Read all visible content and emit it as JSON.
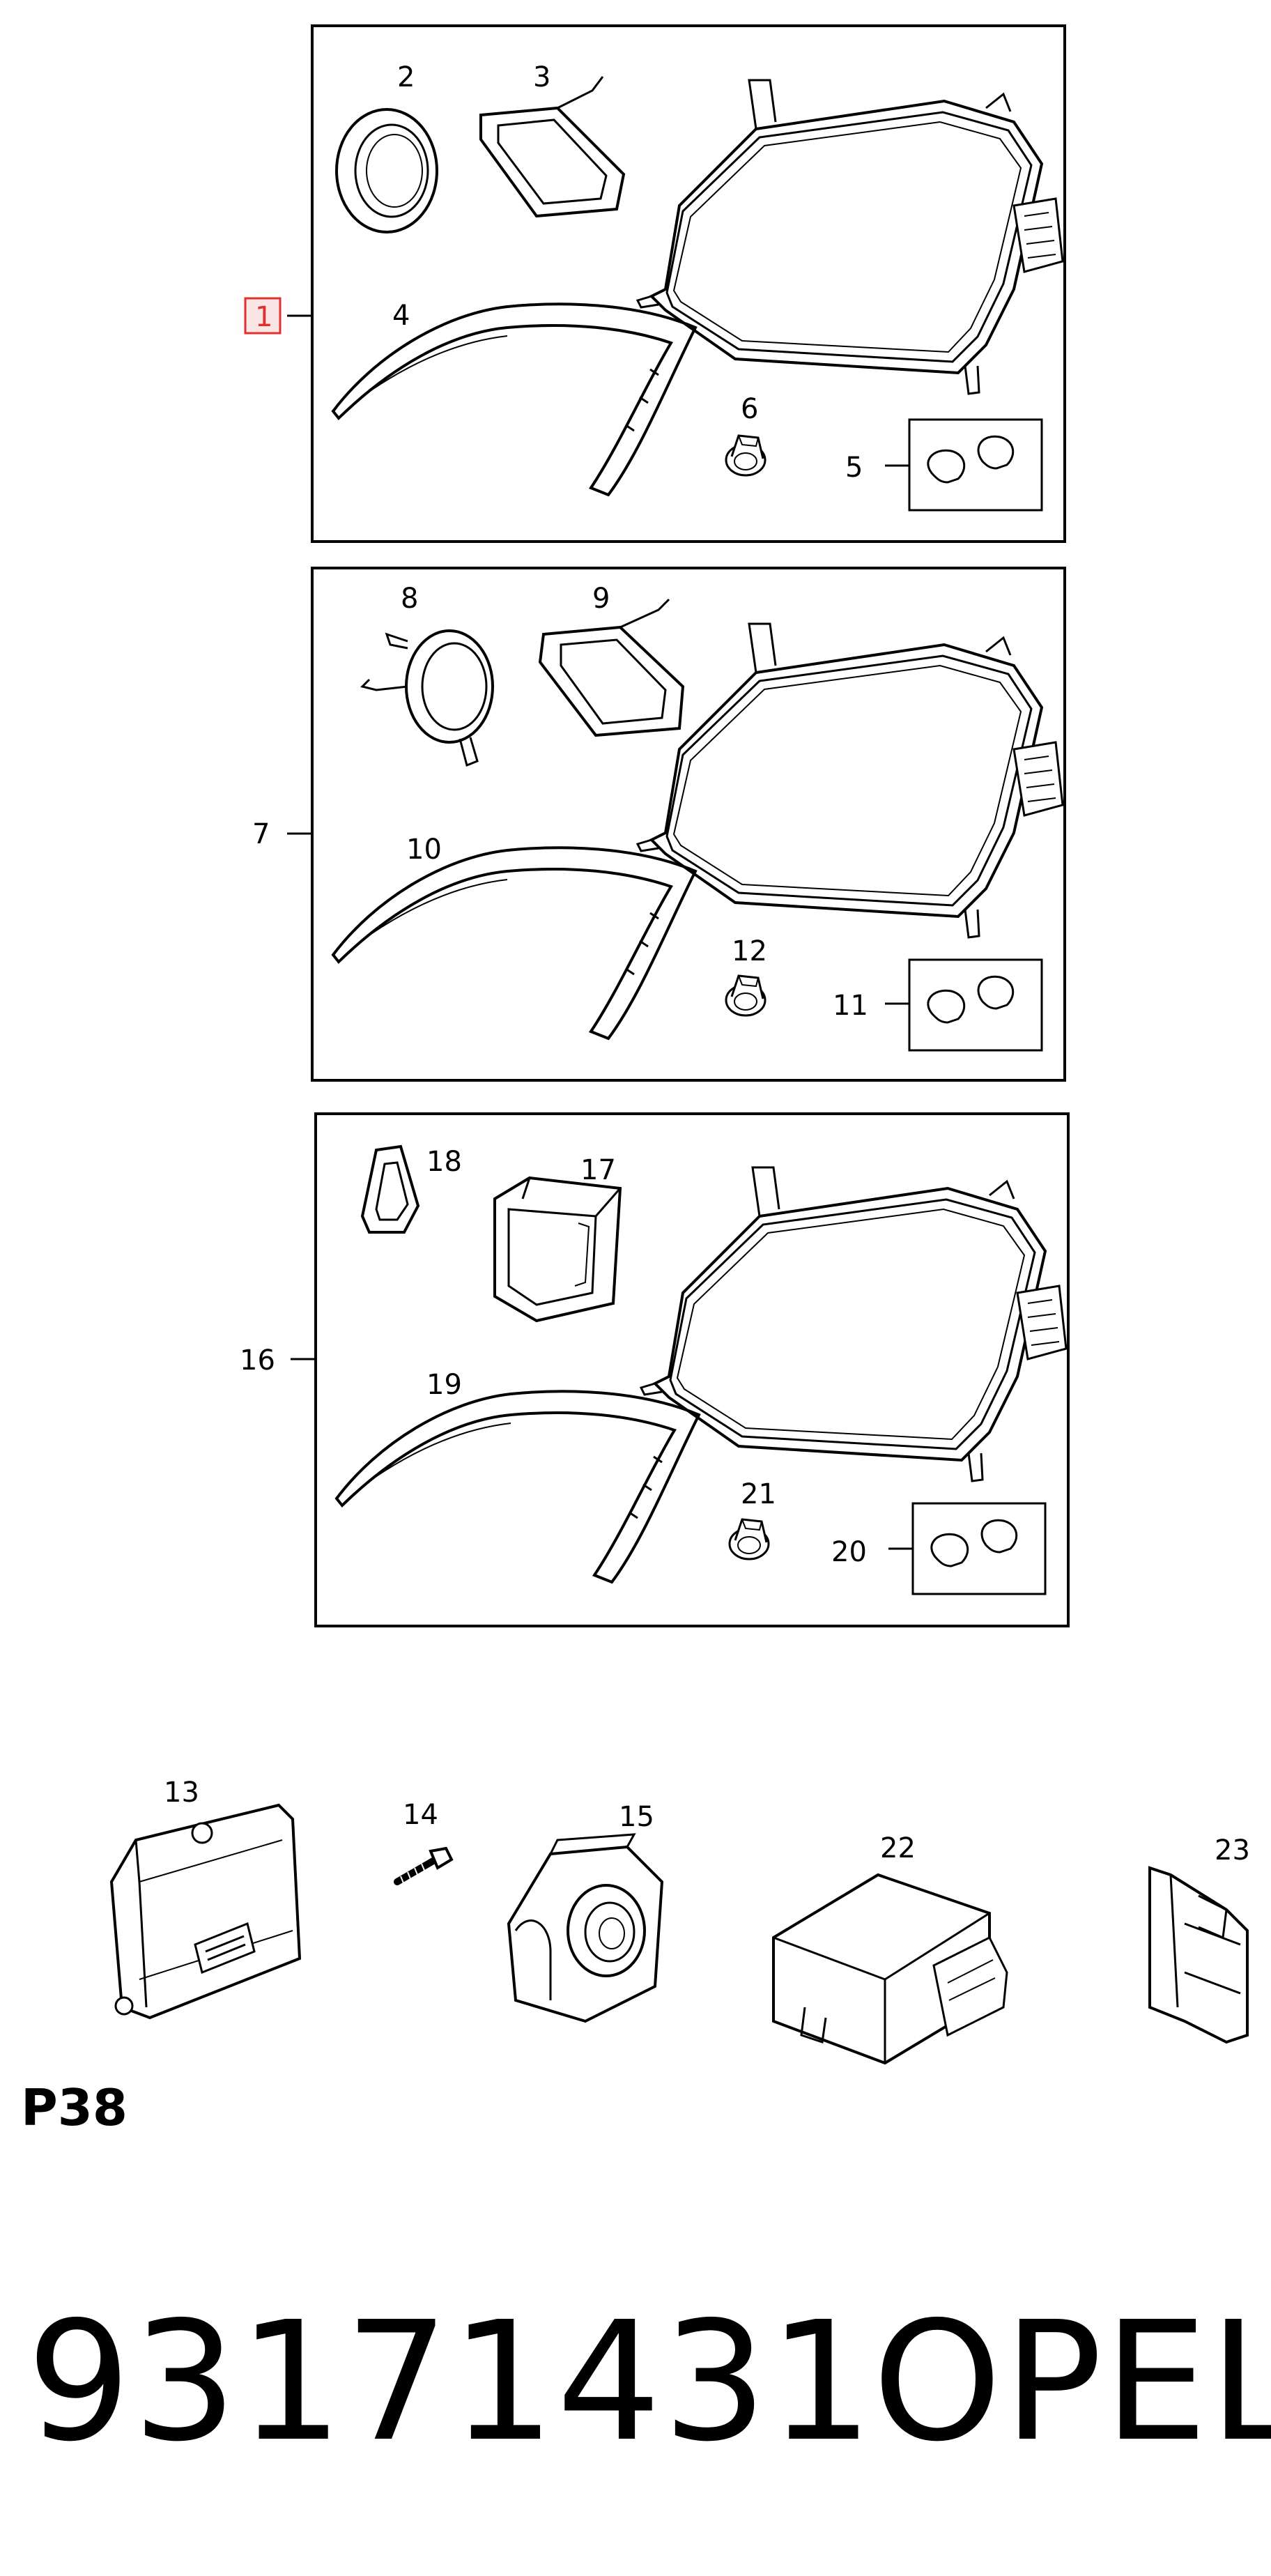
{
  "callouts": {
    "c1": "1",
    "c2": "2",
    "c3": "3",
    "c4": "4",
    "c5": "5",
    "c6": "6",
    "c7": "7",
    "c8": "8",
    "c9": "9",
    "c10": "10",
    "c11": "11",
    "c12": "12",
    "c13": "13",
    "c14": "14",
    "c15": "15",
    "c16": "16",
    "c17": "17",
    "c18": "18",
    "c19": "19",
    "c20": "20",
    "c21": "21",
    "c22": "22",
    "c23": "23"
  },
  "highlighted_callout": "1",
  "highlight_color": "#e03030",
  "page_label": "P38",
  "part_number": "93171431",
  "brand": "OPEL"
}
